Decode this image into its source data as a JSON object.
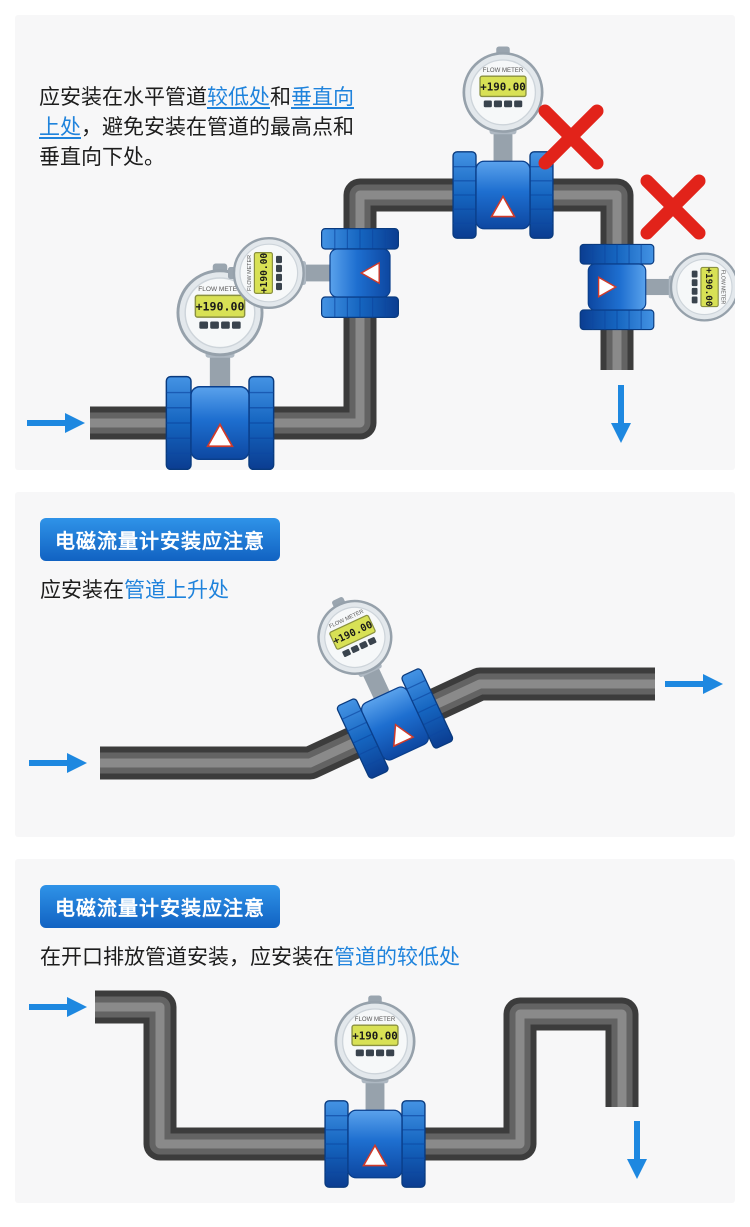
{
  "colors": {
    "panel_bg": "#f7f7f8",
    "accent_text": "#1f83dc",
    "badge_top": "#2f93e8",
    "badge_bottom": "#1162c2",
    "pipe_gray": "#3c3c3c",
    "flow_arrow_blue": "#1e88e0",
    "red_cross": "#e2231a",
    "meter_blue": "#1565c0",
    "lcd_green": "#d8e155"
  },
  "icons": {
    "flow_arrow": "blue right/down flow arrow",
    "red_cross": "red X wrong-installation mark",
    "flowmeter": "electromagnetic flowmeter with round display head"
  },
  "meter": {
    "display_value": "+190.00",
    "brand": "FLOW METER"
  },
  "panel1": {
    "segments": [
      {
        "text": "应安装在水平管道"
      },
      {
        "text": "较低处"
      },
      {
        "text": "和"
      },
      {
        "text": "垂直向上处"
      },
      {
        "text": "，避免安装在管道的最高点和垂直向下处。"
      }
    ]
  },
  "panel2": {
    "badge_label": "电磁流量计安装应注意",
    "segments": [
      {
        "text": "应安装在"
      },
      {
        "text": "管道上升处"
      }
    ]
  },
  "panel3": {
    "badge_label": "电磁流量计安装应注意",
    "segments": [
      {
        "text": "在开口排放管道安装，应安装在"
      },
      {
        "text": "管道的较低处"
      }
    ]
  }
}
